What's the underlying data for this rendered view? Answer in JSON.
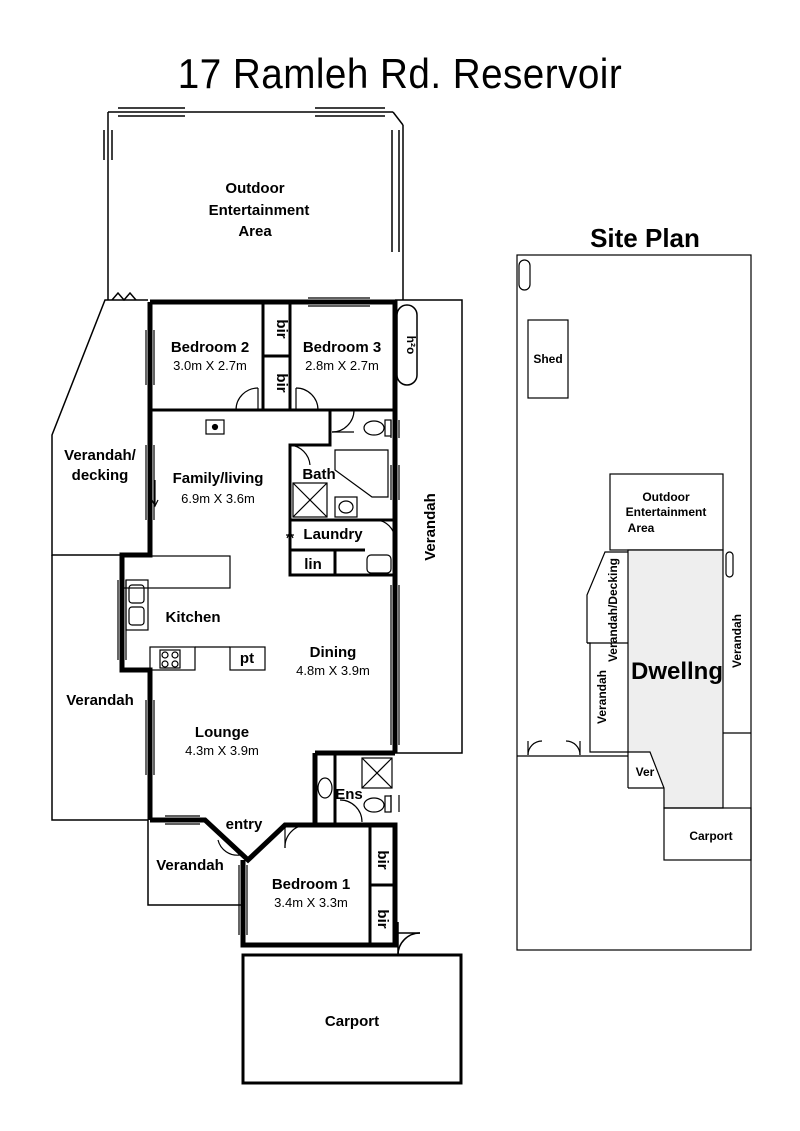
{
  "title": "17 Ramleh Rd. Reservoir",
  "floor_plan": {
    "rooms": {
      "outdoor_line1": "Outdoor",
      "outdoor_line2": "Entertainment",
      "outdoor_line3": "Area",
      "bedroom2": "Bedroom 2",
      "bedroom2_dim": "3.0m X 2.7m",
      "bedroom3": "Bedroom 3",
      "bedroom3_dim": "2.8m X 2.7m",
      "bir_a": "bir",
      "bir_b": "bir",
      "h2o": "h²o",
      "verandah_decking_1": "Verandah/",
      "verandah_decking_2": "decking",
      "family_living": "Family/living",
      "family_living_dim": "6.9m X 3.6m",
      "bath": "Bath",
      "laundry": "Laundry",
      "lin": "lin",
      "verandah_right": "Verandah",
      "kitchen": "Kitchen",
      "pt": "pt",
      "dining": "Dining",
      "dining_dim": "4.8m X 3.9m",
      "verandah_left": "Verandah",
      "lounge": "Lounge",
      "lounge_dim": "4.3m X 3.9m",
      "ens": "Ens",
      "entry": "entry",
      "verandah_front": "Verandah",
      "bedroom1": "Bedroom 1",
      "bedroom1_dim": "3.4m X 3.3m",
      "bir_c": "bir",
      "bir_d": "bir",
      "carport": "Carport"
    }
  },
  "site_plan": {
    "title": "Site Plan",
    "shed": "Shed",
    "outdoor_line1": "Outdoor",
    "outdoor_line2": "Entertainment",
    "outdoor_line3": "Area",
    "verandah_decking": "Verandah/Decking",
    "verandah_left": "Verandah",
    "verandah_right": "Verandah",
    "dwelling": "Dwellng",
    "ver": "Ver",
    "carport": "Carport",
    "dwelling_fill": "#eeeeee"
  }
}
